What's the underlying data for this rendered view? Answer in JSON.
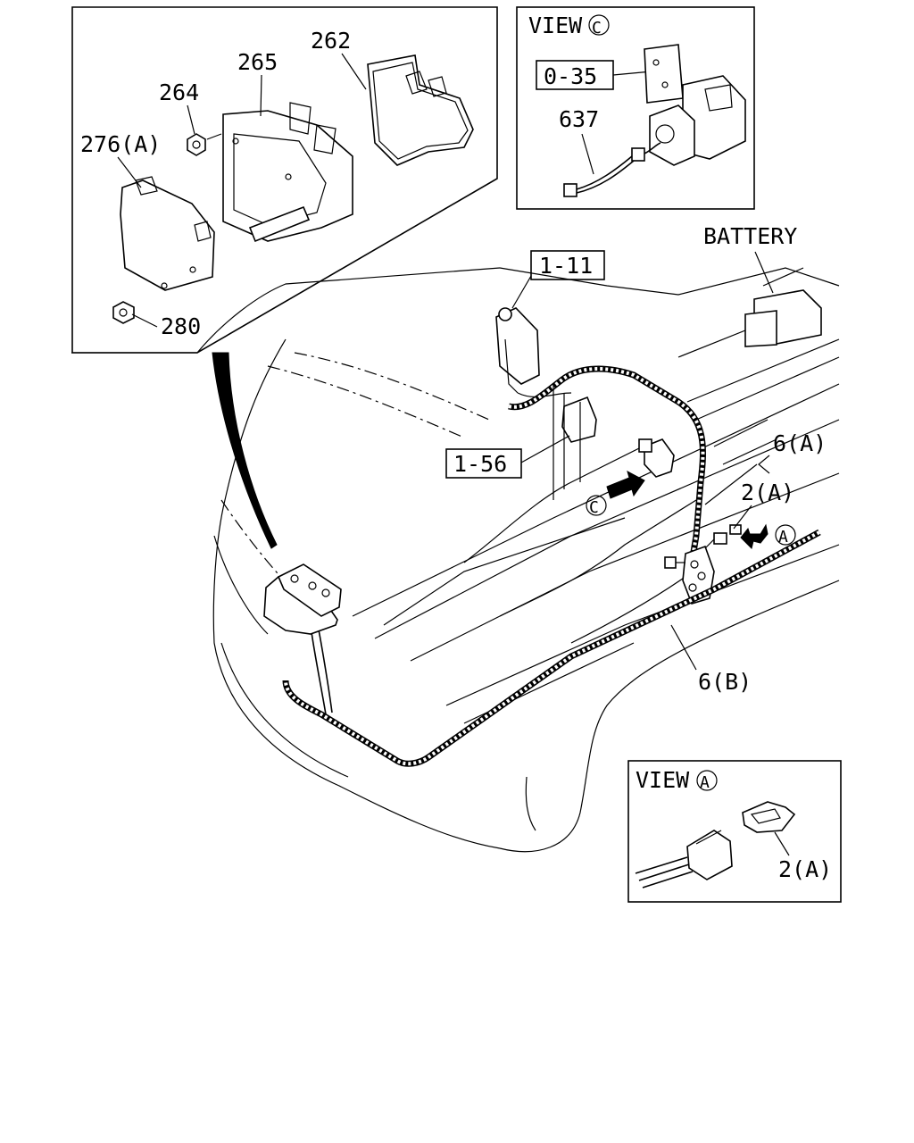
{
  "labels": {
    "view_c": "VIEW",
    "view_c_letter": "C",
    "view_a": "VIEW",
    "view_a_letter": "A",
    "battery": "BATTERY",
    "ref_0_35": "0-35",
    "ref_1_11": "1-11",
    "ref_1_56": "1-56",
    "part_262": "262",
    "part_265": "265",
    "part_264": "264",
    "part_276a": "276(A)",
    "part_280": "280",
    "part_637": "637",
    "part_6a": "6(A)",
    "part_2a": "2(A)",
    "part_6b": "6(B)",
    "part_2a_detail": "2(A)",
    "arrow_c": "C",
    "arrow_a": "A"
  }
}
